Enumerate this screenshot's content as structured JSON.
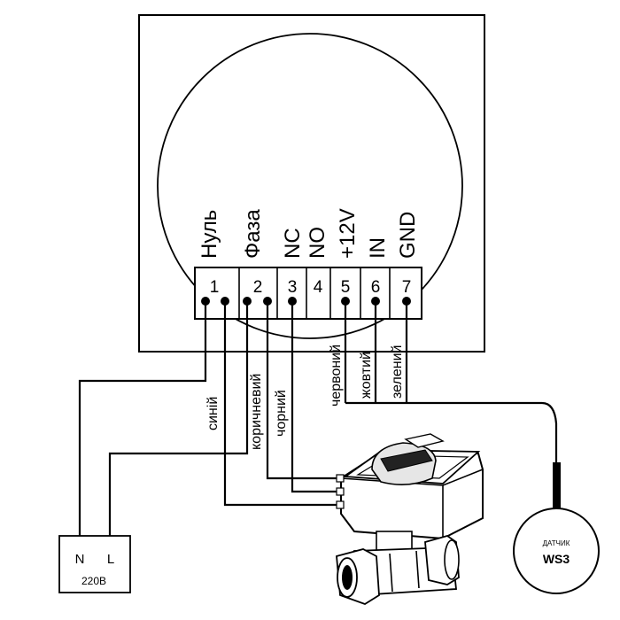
{
  "terminals": [
    {
      "number": "1",
      "label": "Нуль"
    },
    {
      "number": "2",
      "label": "Фаза"
    },
    {
      "number": "3",
      "label": "NC"
    },
    {
      "number": "4",
      "label": "NO"
    },
    {
      "number": "5",
      "label": "+12V"
    },
    {
      "number": "6",
      "label": "IN"
    },
    {
      "number": "7",
      "label": "GND"
    }
  ],
  "wires": {
    "blue": "синій",
    "brown": "коричневий",
    "black": "чорний",
    "red": "червоний",
    "yellow": "жовтий",
    "green": "зелений"
  },
  "power": {
    "n": "N",
    "l": "L",
    "voltage": "220В"
  },
  "sensor": {
    "caption": "ДАТЧИК",
    "model": "WS3"
  }
}
